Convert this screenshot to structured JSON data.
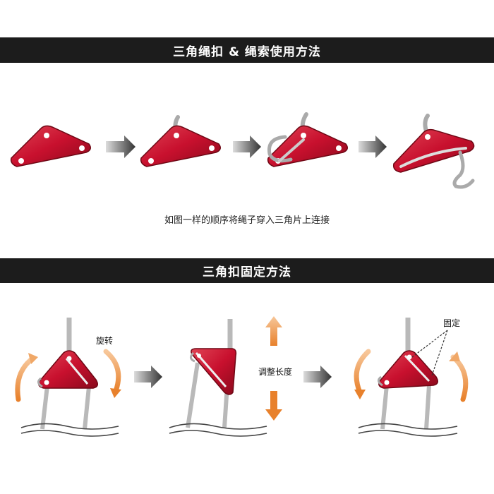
{
  "sections": {
    "top_title": "三角绳扣 & 绳索使用方法",
    "top_caption": "如图一样的顺序将绳子穿入三角片上连接",
    "bottom_title": "三角扣固定方法"
  },
  "labels": {
    "rotate": "旋转",
    "adjust_length": "调整长度",
    "fixed": "固定"
  },
  "colors": {
    "banner_bg": "#1c1c1c",
    "triangle_red": "#c8102e",
    "rope_gray": "#b9b9b9",
    "arrow_orange": "#e8812c",
    "step_arrow_dark": "#555555"
  },
  "icons": [
    "triangle-tensioner-icon",
    "rope-icon",
    "step-arrow-icon",
    "orange-curved-arrow-icon",
    "double-arrow-icon",
    "ground-wave-icon"
  ]
}
